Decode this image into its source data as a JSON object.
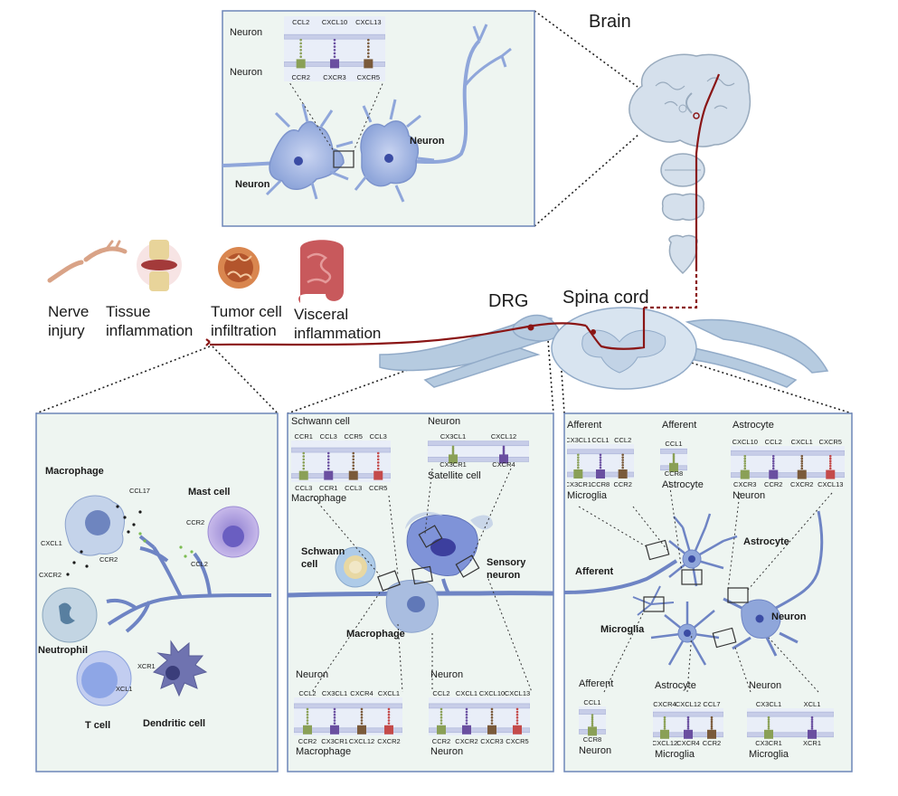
{
  "top": {
    "brain": "Brain",
    "drg": "DRG",
    "spinal_cord": "Spina cord",
    "triggers": {
      "nerve_injury": [
        "Nerve",
        "injury"
      ],
      "tissue_inflammation": [
        "Tissue",
        "inflammation"
      ],
      "tumor": [
        "Tumor cell",
        "infiltration"
      ],
      "visceral": [
        "Visceral",
        "inflammation"
      ]
    }
  },
  "panel_brain": {
    "neuron_top": "Neuron",
    "neuron_bottom": "Neuron",
    "ligands": [
      "CCL2",
      "CXCL10",
      "CXCL13"
    ],
    "receptors": [
      "CCR2",
      "CXCR3",
      "CXCR5"
    ],
    "cell_left": "Neuron",
    "cell_right": "Neuron"
  },
  "panel_left": {
    "macrophage": "Macrophage",
    "mast_cell": "Mast cell",
    "neutrophil": "Neutrophil",
    "t_cell": "T cell",
    "dendritic": "Dendritic cell",
    "ccl17": "CCL17",
    "ccr2_a": "CCR2",
    "ccr2_b": "CCR2",
    "ccl2": "CCL2",
    "cxcl1": "CXCL1",
    "cxcr2": "CXCR2",
    "xcr1": "XCR1",
    "xcl1": "XCL1"
  },
  "panel_mid": {
    "box_schwann": {
      "top": "Schwann cell",
      "bottom": "Macrophage",
      "ligands": [
        "CCR1",
        "CCL3",
        "CCR5",
        "CCL3"
      ],
      "receptors": [
        "CCL3",
        "CCR1",
        "CCL3",
        "CCR5"
      ]
    },
    "box_neuron": {
      "top": "Neuron",
      "bottom": "Satellite cell",
      "ligands": [
        "CX3CL1",
        "CXCL12"
      ],
      "receptors": [
        "CX3CR1",
        "CXCR4"
      ]
    },
    "schwann_cell": [
      "Schwann",
      "cell"
    ],
    "sensory_neuron": [
      "Sensory",
      "neuron"
    ],
    "macrophage": "Macrophage",
    "box_bl": {
      "top": "Neuron",
      "bottom": "Macrophage",
      "ligands": [
        "CCL2",
        "CX3CL1",
        "CXCR4",
        "CXCL1"
      ],
      "receptors": [
        "CCR2",
        "CX3CR1",
        "CXCL12",
        "CXCR2"
      ]
    },
    "box_br": {
      "top": "Neuron",
      "bottom": "Neuron",
      "ligands": [
        "CCL2",
        "CXCL1",
        "CXCL10",
        "CXCL13"
      ],
      "receptors": [
        "CCR2",
        "CXCR2",
        "CXCR3",
        "CXCR5"
      ]
    }
  },
  "panel_right": {
    "box_a": {
      "top": "Afferent",
      "bottom": "Microglia",
      "ligands": [
        "CX3CL1",
        "CCL1",
        "CCL2"
      ],
      "receptors": [
        "CX3CR1",
        "CCR8",
        "CCR2"
      ]
    },
    "box_b": {
      "top": "Afferent",
      "bottom": "Astrocyte",
      "ligands": [
        "CCL1"
      ],
      "receptors": [
        "CCR8"
      ]
    },
    "box_c": {
      "top": "Astrocyte",
      "bottom": "Neuron",
      "ligands": [
        "CXCL10",
        "CCL2",
        "CXCL1",
        "CXCR5"
      ],
      "receptors": [
        "CXCR3",
        "CCR2",
        "CXCR2",
        "CXCL13"
      ]
    },
    "afferent": "Afferent",
    "astrocyte": "Astrocyte",
    "microglia": "Microglia",
    "neuron": "Neuron",
    "box_d": {
      "top": "Afferent",
      "bottom": "Neuron",
      "ligands": [
        "CCL1"
      ],
      "receptors": [
        "CCR8"
      ]
    },
    "box_e": {
      "top": "Astrocyte",
      "bottom": "Microglia",
      "ligands": [
        "CXCR4",
        "CXCL12",
        "CCL7"
      ],
      "receptors": [
        "CXCL12",
        "CXCR4",
        "CCR2"
      ]
    },
    "box_f": {
      "top": "Neuron",
      "bottom": "Microglia",
      "ligands": [
        "CX3CL1",
        "XCL1"
      ],
      "receptors": [
        "CX3CR1",
        "XCR1"
      ]
    }
  },
  "colors": {
    "panel_bg": "#eef5f1",
    "panel_border": "#6d86b8",
    "nerve": "#8a1515",
    "neuron": "#8fa6da",
    "membrane": "#c7cde8"
  }
}
